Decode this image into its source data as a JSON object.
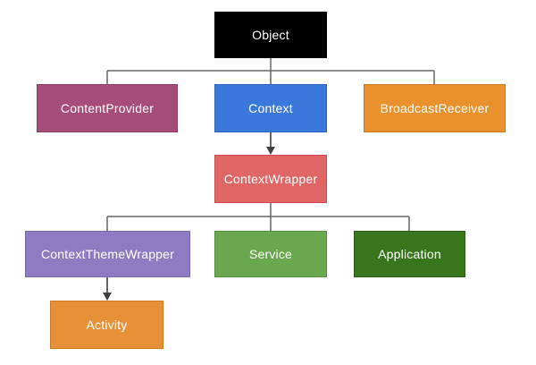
{
  "diagram": {
    "background_color": "#ffffff",
    "connector_color": "#666666",
    "arrow_color": "#404040",
    "nodes": {
      "object": {
        "label": "Object",
        "fill": "#000000",
        "border": "#000000",
        "text_color": "#ffffff"
      },
      "content_provider": {
        "label": "ContentProvider",
        "fill": "#A64D79",
        "border": "#8B3E64",
        "text_color": "#ffffff"
      },
      "context": {
        "label": "Context",
        "fill": "#3B78DC",
        "border": "#2C63BE",
        "text_color": "#ffffff"
      },
      "broadcast_receiver": {
        "label": "BroadcastReceiver",
        "fill": "#E8912D",
        "border": "#C97A1F",
        "text_color": "#ffffff"
      },
      "context_wrapper": {
        "label": "ContextWrapper",
        "fill": "#E06666",
        "border": "#C94F4F",
        "text_color": "#ffffff"
      },
      "context_theme_wrapper": {
        "label": "ContextThemeWrapper",
        "fill": "#8E7CC3",
        "border": "#7765AE",
        "text_color": "#ffffff"
      },
      "service": {
        "label": "Service",
        "fill": "#6AA84F",
        "border": "#578C3F",
        "text_color": "#ffffff"
      },
      "application": {
        "label": "Application",
        "fill": "#38761D",
        "border": "#2B5C15",
        "text_color": "#ffffff"
      },
      "activity": {
        "label": "Activity",
        "fill": "#E69138",
        "border": "#C97A1F",
        "text_color": "#ffffff"
      }
    },
    "edges": [
      {
        "from": "Object",
        "to": "ContentProvider",
        "type": "tree"
      },
      {
        "from": "Object",
        "to": "Context",
        "type": "tree"
      },
      {
        "from": "Object",
        "to": "BroadcastReceiver",
        "type": "tree"
      },
      {
        "from": "Context",
        "to": "ContextWrapper",
        "type": "arrow"
      },
      {
        "from": "ContextWrapper",
        "to": "ContextThemeWrapper",
        "type": "tree"
      },
      {
        "from": "ContextWrapper",
        "to": "Service",
        "type": "tree"
      },
      {
        "from": "ContextWrapper",
        "to": "Application",
        "type": "tree"
      },
      {
        "from": "ContextThemeWrapper",
        "to": "Activity",
        "type": "arrow"
      }
    ]
  }
}
